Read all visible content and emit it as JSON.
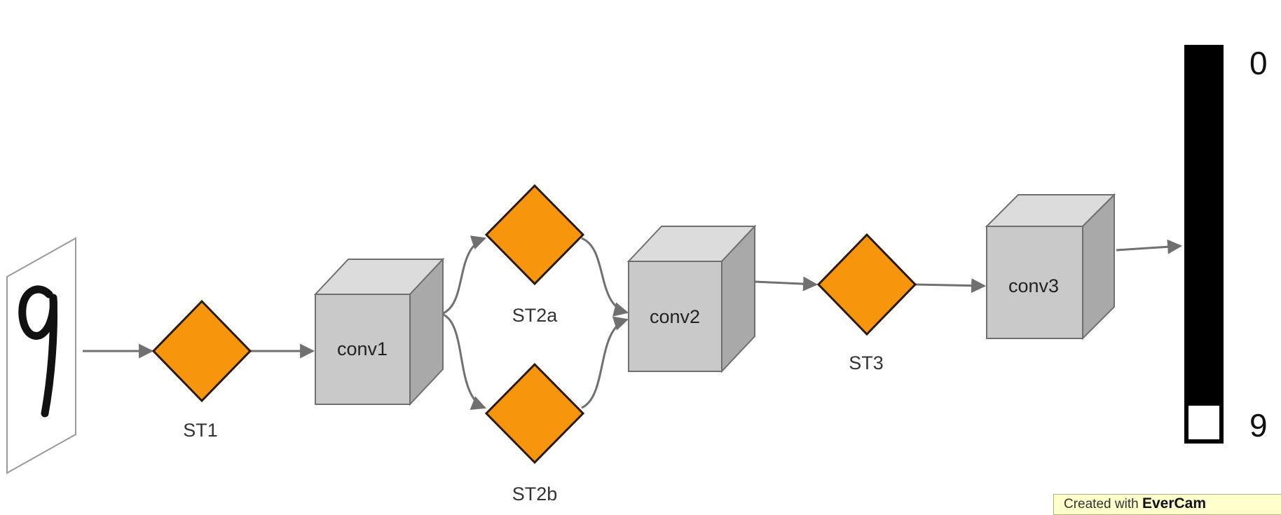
{
  "diagram": {
    "nodes": {
      "st1": "ST1",
      "conv1": "conv1",
      "st2a": "ST2a",
      "st2b": "ST2b",
      "conv2": "conv2",
      "st3": "ST3",
      "conv3": "conv3"
    },
    "output": {
      "top_label": "0",
      "bottom_label": "9"
    },
    "input_digit": "9",
    "colors": {
      "transformer": "#f7960c",
      "cube_front": "#c9c9c9",
      "cube_top": "#dcdcdc",
      "cube_side": "#a9a9a9",
      "arrow": "#707070",
      "output_bar": "#000000"
    }
  },
  "watermark": {
    "prefix": "Created with",
    "brand": "EverCam"
  }
}
